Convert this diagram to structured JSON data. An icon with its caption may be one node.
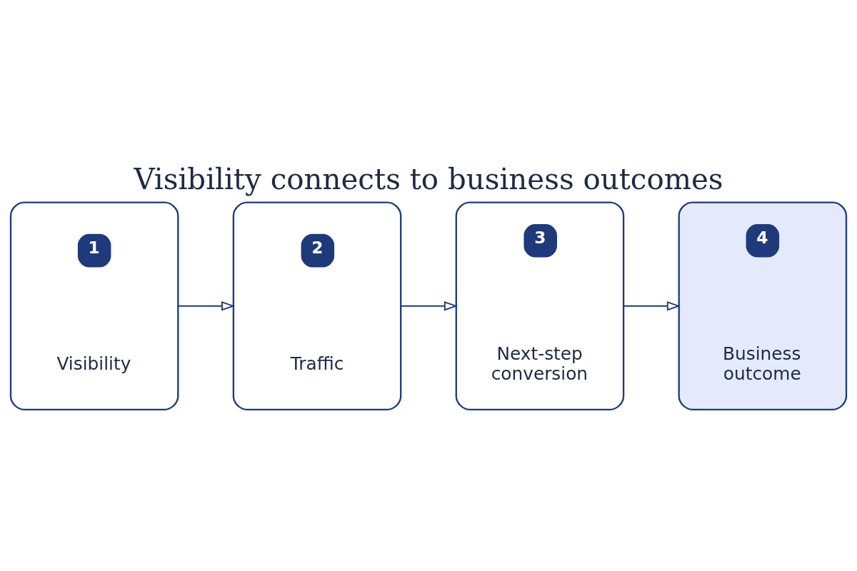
{
  "diagram": {
    "title": "Visibility connects to business outcomes",
    "nodes": [
      {
        "text": [
          "1",
          "Visibility"
        ]
      },
      {
        "text": [
          "2",
          "Traffic"
        ]
      },
      {
        "text": [
          "3",
          "Next-step conversion"
        ]
      },
      {
        "text": [
          "4",
          "Business outcome"
        ]
      }
    ],
    "edges": [
      {
        "from": 0,
        "to": 1,
        "arrow": "to"
      },
      {
        "from": 1,
        "to": 2,
        "arrow": "to"
      },
      {
        "from": 2,
        "to": 3,
        "arrow": "to"
      }
    ]
  }
}
